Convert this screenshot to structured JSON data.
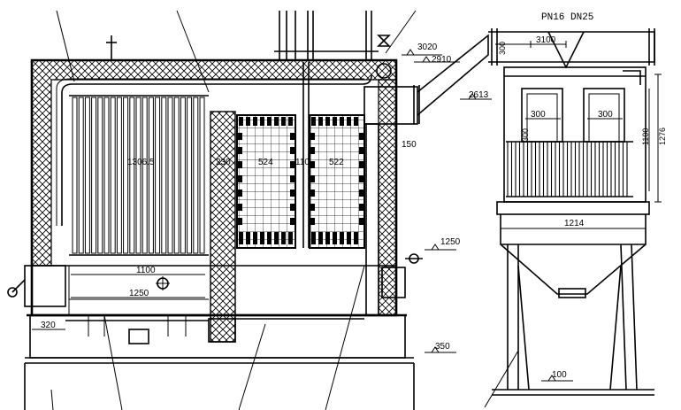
{
  "spec_label": "PN16 DN25",
  "dims": {
    "d3020": "3020",
    "d2910": "2910",
    "d2613": "2613",
    "d3100": "3100",
    "d300_pipe": "300",
    "d300_a": "300",
    "d300_b": "300",
    "d300_c": "300",
    "d1100_v": "1100",
    "d1276": "1276",
    "d1214": "1214",
    "d1306": "1306.5",
    "d230": "230",
    "d524": "524",
    "d110": "110",
    "d522": "522",
    "d150": "150",
    "d1250_r": "1250",
    "d1100": "1100",
    "d1250": "1250",
    "d320": "320",
    "d350": "350",
    "d100": "100"
  }
}
